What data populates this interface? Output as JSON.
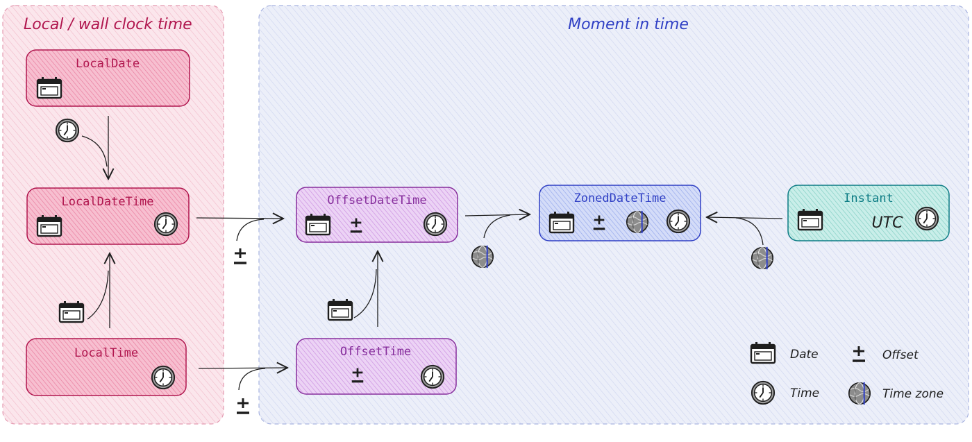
{
  "groups": {
    "local": {
      "title": "Local / wall clock time"
    },
    "moment": {
      "title": "Moment in time"
    }
  },
  "nodes": {
    "local_date": {
      "label": "LocalDate"
    },
    "local_date_time": {
      "label": "LocalDateTime"
    },
    "local_time": {
      "label": "LocalTime"
    },
    "offset_date_time": {
      "label": "OffsetDateTime"
    },
    "offset_time": {
      "label": "OffsetTime"
    },
    "zoned_date_time": {
      "label": "ZonedDateTime"
    },
    "instant": {
      "label": "Instant",
      "utc": "UTC"
    }
  },
  "legend": {
    "date": "Date",
    "offset": "Offset",
    "time": "Time",
    "time_zone": "Time zone"
  },
  "colors": {
    "local_bg": "#f8dbe3",
    "local_stroke": "#e49ab1",
    "moment_bg": "#e3e7f6",
    "moment_stroke": "#a8b3e0",
    "local_node_fill": "#ef9ab5",
    "local_node_stroke": "#b0164e",
    "offset_node_fill": "#dcb0ec",
    "offset_node_stroke": "#862e9c",
    "zoned_node_fill": "#b6c3f4",
    "zoned_node_stroke": "#2f3fc4",
    "instant_node_fill": "#a6dfd7",
    "instant_node_stroke": "#0c7b84"
  },
  "icons": [
    "calendar-icon",
    "clock-icon",
    "plus-minus-icon",
    "globe-icon"
  ]
}
